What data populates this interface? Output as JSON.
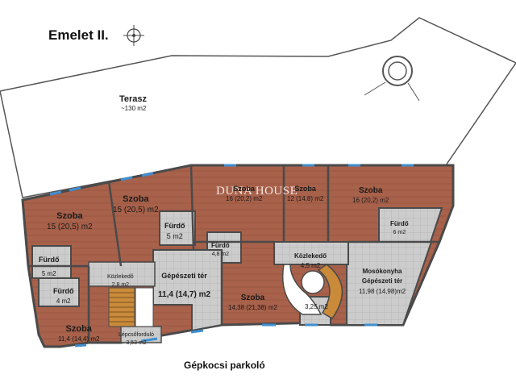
{
  "title": "Emelet II.",
  "brand": "DUNA HOUSE",
  "parking_label": "Gépkocsi parkoló",
  "terrace": {
    "name": "Terasz",
    "area": "~130 m2"
  },
  "rooms": {
    "szoba_w1": {
      "name": "Szoba",
      "area": "15 (20,5) m2"
    },
    "szoba_w2": {
      "name": "Szoba",
      "area": "15 (20,5) m2"
    },
    "szoba_c1": {
      "name": "Szoba",
      "area": "16 (20,2) m2"
    },
    "szoba_c2": {
      "name": "Szoba",
      "area": "12 (14,8) m2"
    },
    "szoba_e1": {
      "name": "Szoba",
      "area": "16 (20,2) m2"
    },
    "furdo_1": {
      "name": "Fürdő",
      "area": "5 m2"
    },
    "furdo_2": {
      "name": "Fürdő",
      "area": "5 m2"
    },
    "furdo_3": {
      "name": "Fürdő",
      "area": "4,8 m2"
    },
    "furdo_4": {
      "name": "Fürdő",
      "area": "6 m2"
    },
    "furdo_5": {
      "name": "Fürdő",
      "area": "4 m2"
    },
    "kozlekedo_1": {
      "name": "Közlekedő",
      "area": "4,5 m2"
    },
    "kozlekedo_2": {
      "name": "Közlekedő",
      "area": "2,8 m2"
    },
    "gepeszeti": {
      "name": "Gépészeti tér",
      "area": "11,4 (14,7) m2"
    },
    "szoba_s": {
      "name": "Szoba",
      "area": "14,38 (21,38) m2"
    },
    "mosokonyha": {
      "name": "Mosókonyha",
      "name2": "Gépészeti tér",
      "area": "11,98 (14,98)m2"
    },
    "szoba_sw": {
      "name": "Szoba",
      "area": "11,4 (14,4) m2"
    },
    "stair_area": {
      "area": "3,25 m2"
    },
    "lepcsofordulo": {
      "name": "Lépcsőforduló",
      "area": "3,53 m2"
    }
  },
  "colors": {
    "wood": "#a8614a",
    "tile": "#c9c9c9",
    "wall": "#4a4a4a",
    "window": "#3f8fd0",
    "stair": "#c98a3a"
  }
}
